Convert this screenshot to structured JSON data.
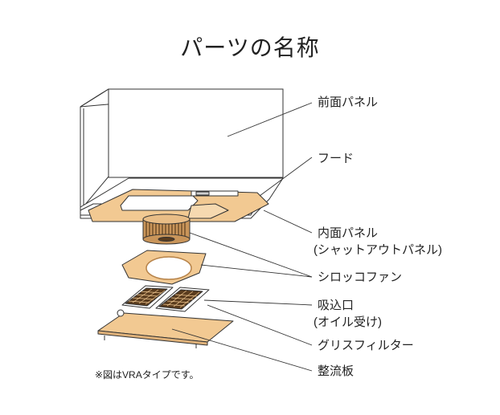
{
  "title": "パーツの名称",
  "parts": [
    {
      "id": "front-panel",
      "lines": [
        "前面パネル"
      ]
    },
    {
      "id": "hood",
      "lines": [
        "フード"
      ]
    },
    {
      "id": "inner-panel",
      "lines": [
        "内面パネル",
        "(シャットアウトパネル)"
      ]
    },
    {
      "id": "sirocco-fan",
      "lines": [
        "シロッコファン"
      ]
    },
    {
      "id": "intake",
      "lines": [
        "吸込口",
        "(オイル受け)"
      ]
    },
    {
      "id": "grease-filter",
      "lines": [
        "グリスフィルター"
      ]
    },
    {
      "id": "rectifier-plate",
      "lines": [
        "整流板"
      ]
    }
  ],
  "note": "※図はVRAタイプです。",
  "colors": {
    "part_fill": "#f2c992",
    "part_fill_light": "#f6d9b0",
    "line": "#333333",
    "fan_dark": "#5a3c1e"
  }
}
